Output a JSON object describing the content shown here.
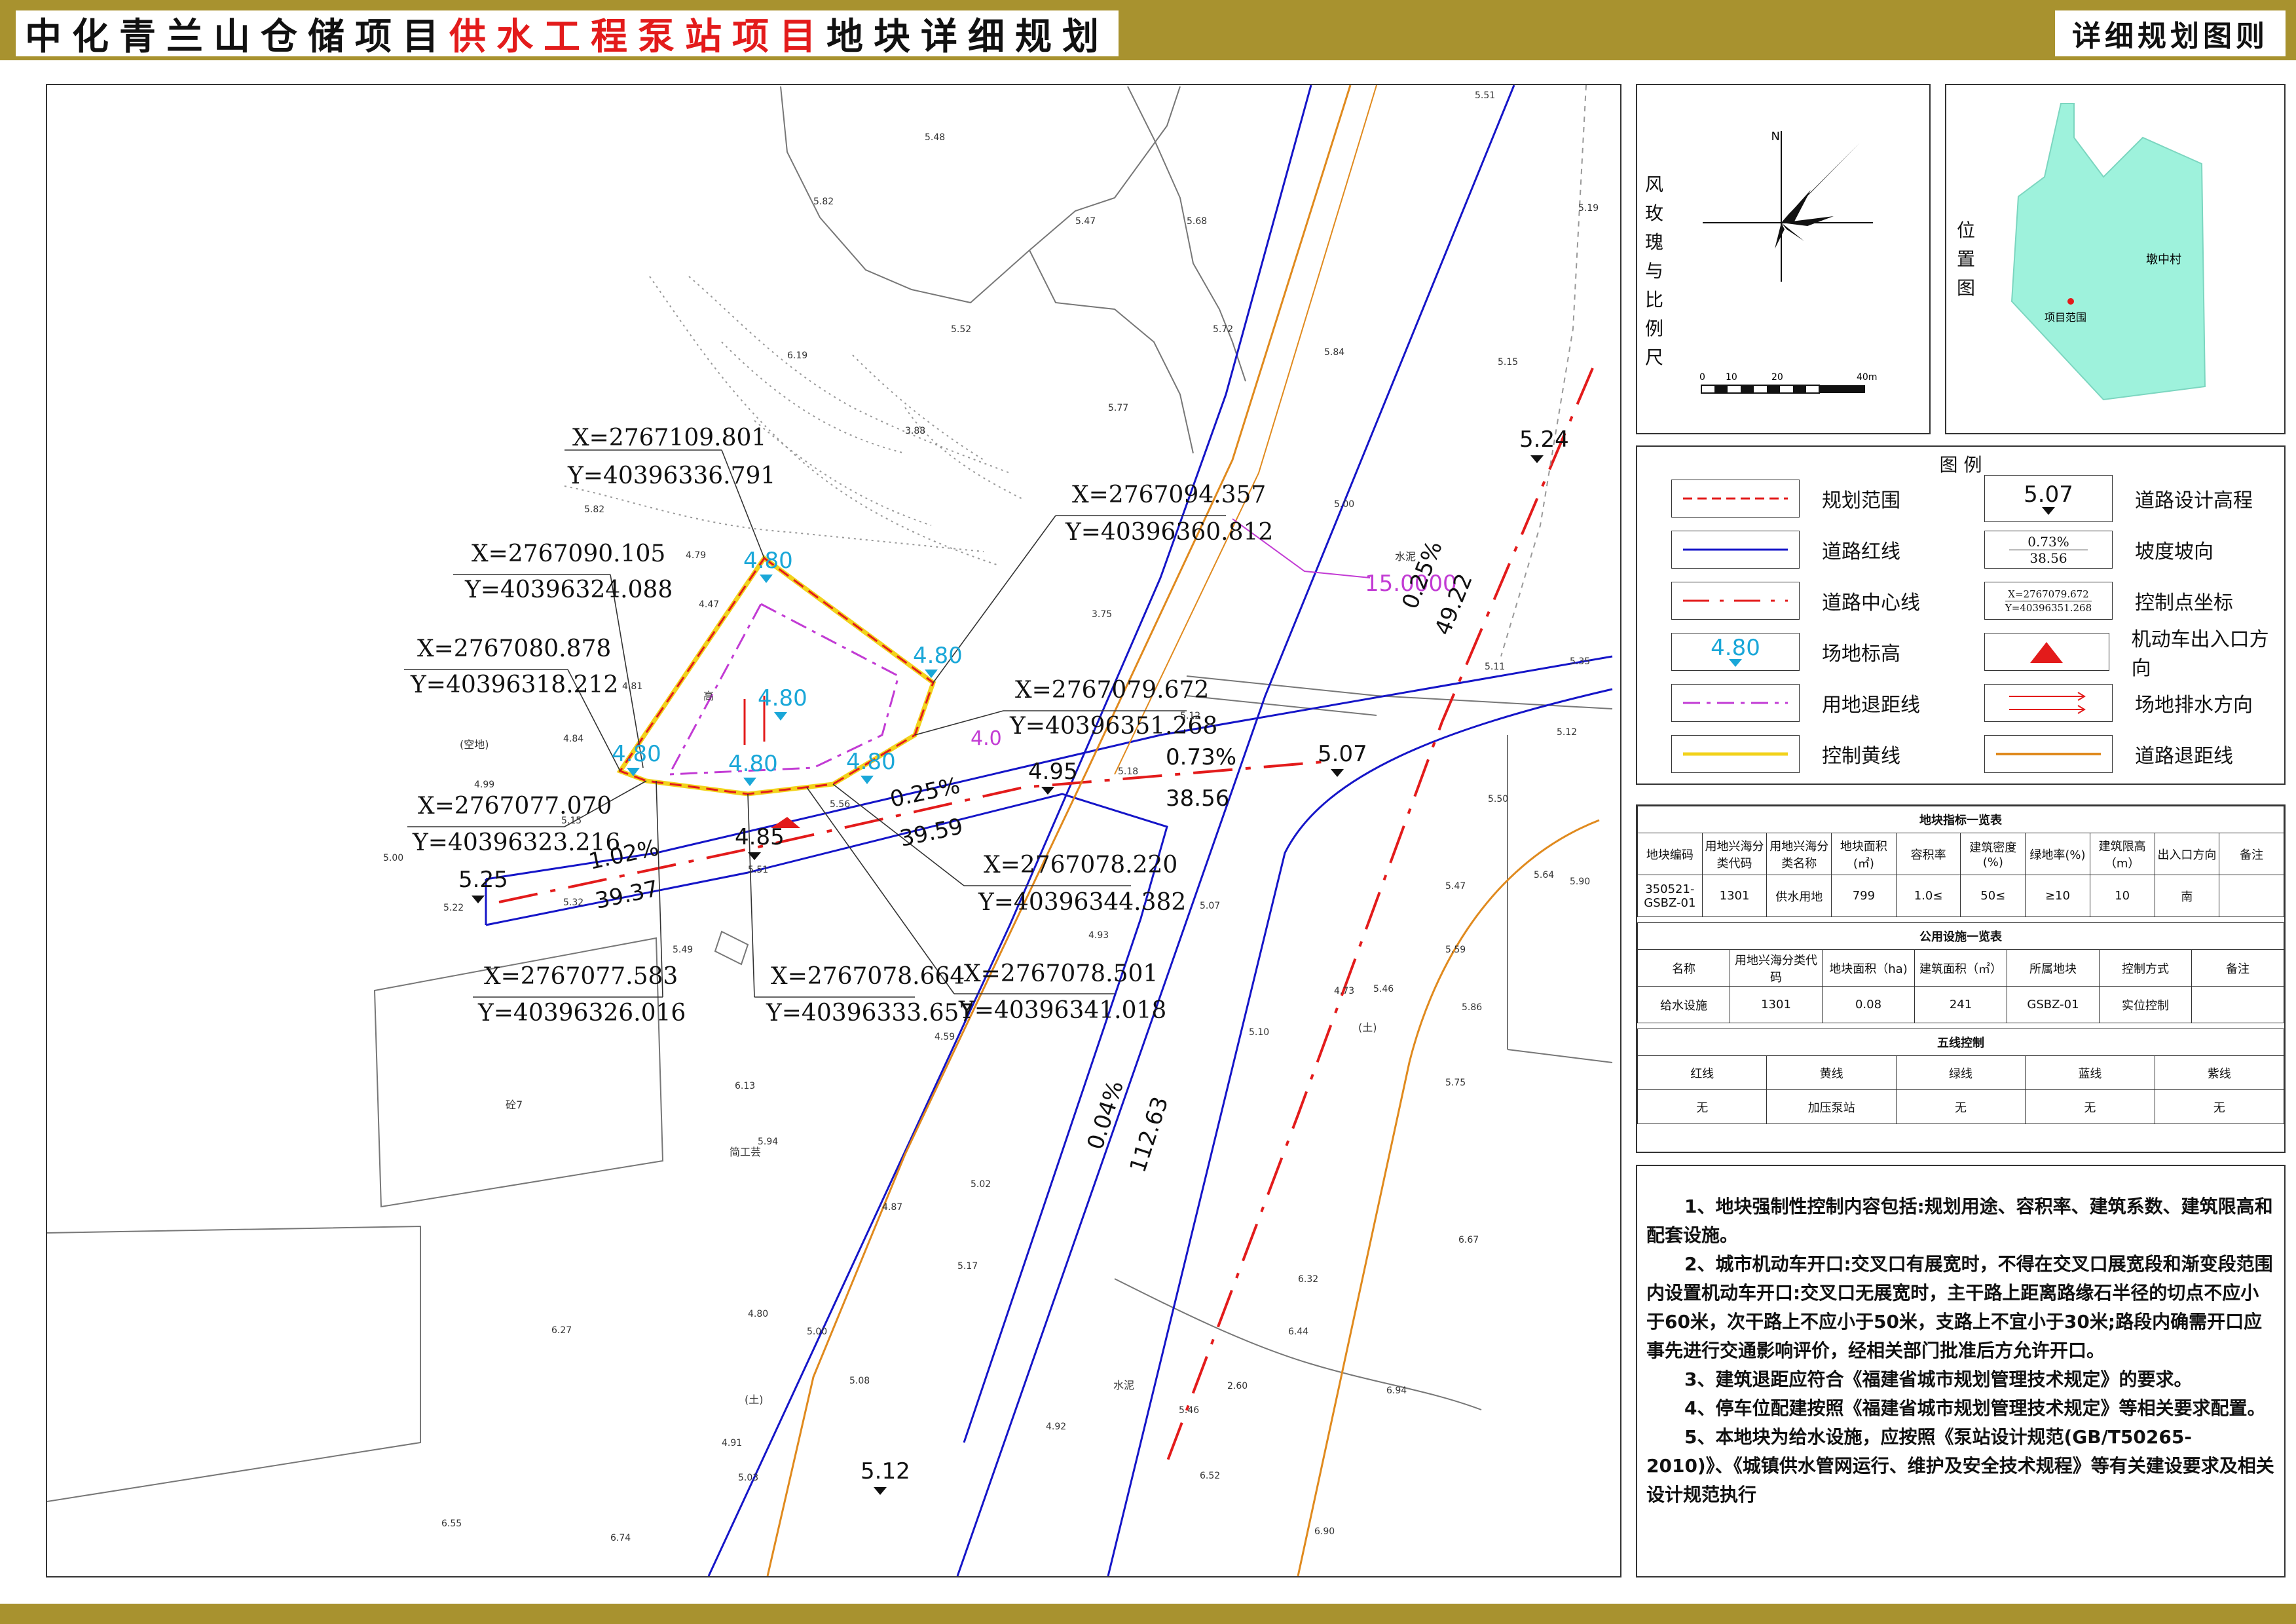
{
  "header": {
    "title_part1": "中化青兰山仓储项目",
    "title_part2": "供水工程泵站项目",
    "title_part3": "地块详细规划",
    "right_title": "详细规划图则"
  },
  "map": {
    "coordinates": [
      {
        "x": "X=2767109.801",
        "y": "Y=40396336.791"
      },
      {
        "x": "X=2767094.357",
        "y": "Y=40396360.812"
      },
      {
        "x": "X=2767090.105",
        "y": "Y=40396324.088"
      },
      {
        "x": "X=2767080.878",
        "y": "Y=40396318.212"
      },
      {
        "x": "X=2767079.672",
        "y": "Y=40396351.268"
      },
      {
        "x": "X=2767077.070",
        "y": "Y=40396323.216"
      },
      {
        "x": "X=2767078.220",
        "y": "Y=40396344.382"
      },
      {
        "x": "X=2767077.583",
        "y": "Y=40396326.016"
      },
      {
        "x": "X=2767078.664",
        "y": "Y=40396333.657"
      },
      {
        "x": "X=2767078.501",
        "y": "Y=40396341.018"
      }
    ],
    "site_elevations": [
      "4.80",
      "4.80",
      "4.80",
      "4.80",
      "4.80",
      "4.80"
    ],
    "road_elevations": [
      "5.24",
      "5.07",
      "4.95",
      "4.85",
      "5.25",
      "5.12"
    ],
    "slopes": [
      {
        "pct": "0.25%",
        "len": "49.22"
      },
      {
        "pct": "0.73%",
        "len": "38.56"
      },
      {
        "pct": "0.25%",
        "len": "39.59"
      },
      {
        "pct": "1.02%",
        "len": "39.37"
      },
      {
        "pct": "0.04%",
        "len": "112.63"
      }
    ],
    "setback_dim": "15.0000",
    "setback_small": "4.0",
    "survey_points": [
      "5.48",
      "5.47",
      "5.68",
      "5.82",
      "5.52",
      "5.72",
      "5.77",
      "5.84",
      "5.51",
      "5.19",
      "5.15",
      "6.19",
      "3.88",
      "5.82",
      "4.79",
      "4.47",
      "4.81",
      "4.84",
      "4.99",
      "5.00",
      "5.22",
      "5.32",
      "5.15",
      "5.49",
      "5.51",
      "5.56",
      "5.18",
      "5.12",
      "5.35",
      "5.11",
      "5.12",
      "5.50",
      "5.64",
      "5.90",
      "5.47",
      "5.59",
      "5.86",
      "5.75",
      "5.07",
      "4.93",
      "5.10",
      "5.46",
      "5.02",
      "5.17",
      "5.08",
      "4.91",
      "4.80",
      "4.87",
      "5.00",
      "6.27",
      "6.13",
      "5.94",
      "6.32",
      "6.44",
      "6.67",
      "6.94",
      "6.90",
      "6.52",
      "6.55",
      "4.59",
      "4.73",
      "4.92",
      "5.46",
      "3.75",
      "2.60",
      "5.00",
      "5.03",
      "6.74"
    ],
    "map_texts": [
      "(空地)",
      "水泥",
      "(土)",
      "(土)",
      "水泥",
      "砼7",
      "简工芸",
      "高"
    ]
  },
  "wind_panel": {
    "label": "风玫瑰与比例尺",
    "north": "N",
    "scale_ticks": [
      "0",
      "10",
      "20",
      "40m"
    ]
  },
  "location_panel": {
    "label": "位置图",
    "village": "墩中村",
    "project": "项目范围"
  },
  "legend": {
    "title": "图    例",
    "items_left": [
      "规划范围",
      "道路红线",
      "道路中心线",
      "场地标高",
      "用地退距线",
      "控制黄线"
    ],
    "items_right": [
      "道路设计高程",
      "坡度坡向",
      "控制点坐标",
      "机动车出入口方向",
      "场地排水方向",
      "道路退距线"
    ],
    "sym_elev": "5.07",
    "sym_site": "4.80",
    "sym_slope_pct": "0.73%",
    "sym_slope_len": "38.56",
    "sym_coord_x": "X=2767079.672",
    "sym_coord_y": "Y=40396351.268"
  },
  "table_plot": {
    "caption": "地块指标一览表",
    "headers": [
      "地块编码",
      "用地兴海分类代码",
      "用地兴海分类名称",
      "地块面积(㎡)",
      "容积率",
      "建筑密度(%)",
      "绿地率(%)",
      "建筑限高（m）",
      "出入口方向",
      "备注"
    ],
    "row": [
      "350521-GSBZ-01",
      "1301",
      "供水用地",
      "799",
      "1.0≤",
      "50≤",
      "≥10",
      "10",
      "南",
      ""
    ]
  },
  "table_public": {
    "caption": "公用设施一览表",
    "headers": [
      "名称",
      "用地兴海分类代码",
      "地块面积（ha)",
      "建筑面积（㎡）",
      "所属地块",
      "控制方式",
      "备注"
    ],
    "row": [
      "给水设施",
      "1301",
      "0.08",
      "241",
      "GSBZ-01",
      "实位控制",
      ""
    ]
  },
  "table_lines": {
    "caption": "五线控制",
    "headers": [
      "红线",
      "黄线",
      "绿线",
      "蓝线",
      "紫线"
    ],
    "row": [
      "无",
      "加压泵站",
      "无",
      "无",
      "无"
    ]
  },
  "notes": [
    "1、地块强制性控制内容包括:规划用途、容积率、建筑系数、建筑限高和配套设施。",
    "2、城市机动车开口:交叉口有展宽时，不得在交叉口展宽段和渐变段范围内设置机动车开口:交叉口无展宽时，主干路上距离路缘石半径的切点不应小于60米，次干路上不应小于50米，支路上不宜小于30米;路段内确需开口应事先进行交通影响评价，经相关部门批准后方允许开口。",
    "3、建筑退距应符合《福建省城市规划管理技术规定》的要求。",
    "4、停车位配建按照《福建省城市规划管理技术规定》等相关要求配置。",
    "5、本地块为给水设施，应按照《泵站设计规范(GB/T50265-2010)》、《城镇供水管网运行、维护及安全技术规程》等有关建设要求及相关设计规范执行"
  ],
  "colors": {
    "band": "#a8922f",
    "red_line": "#e31b1b",
    "road_redline": "#1515c8",
    "site_label": "#1aa7d8",
    "setback": "#c23bd4",
    "control_yellow": "#f2d21b",
    "road_setback": "#e08a1e",
    "location_fill": "#9ef2dc"
  }
}
